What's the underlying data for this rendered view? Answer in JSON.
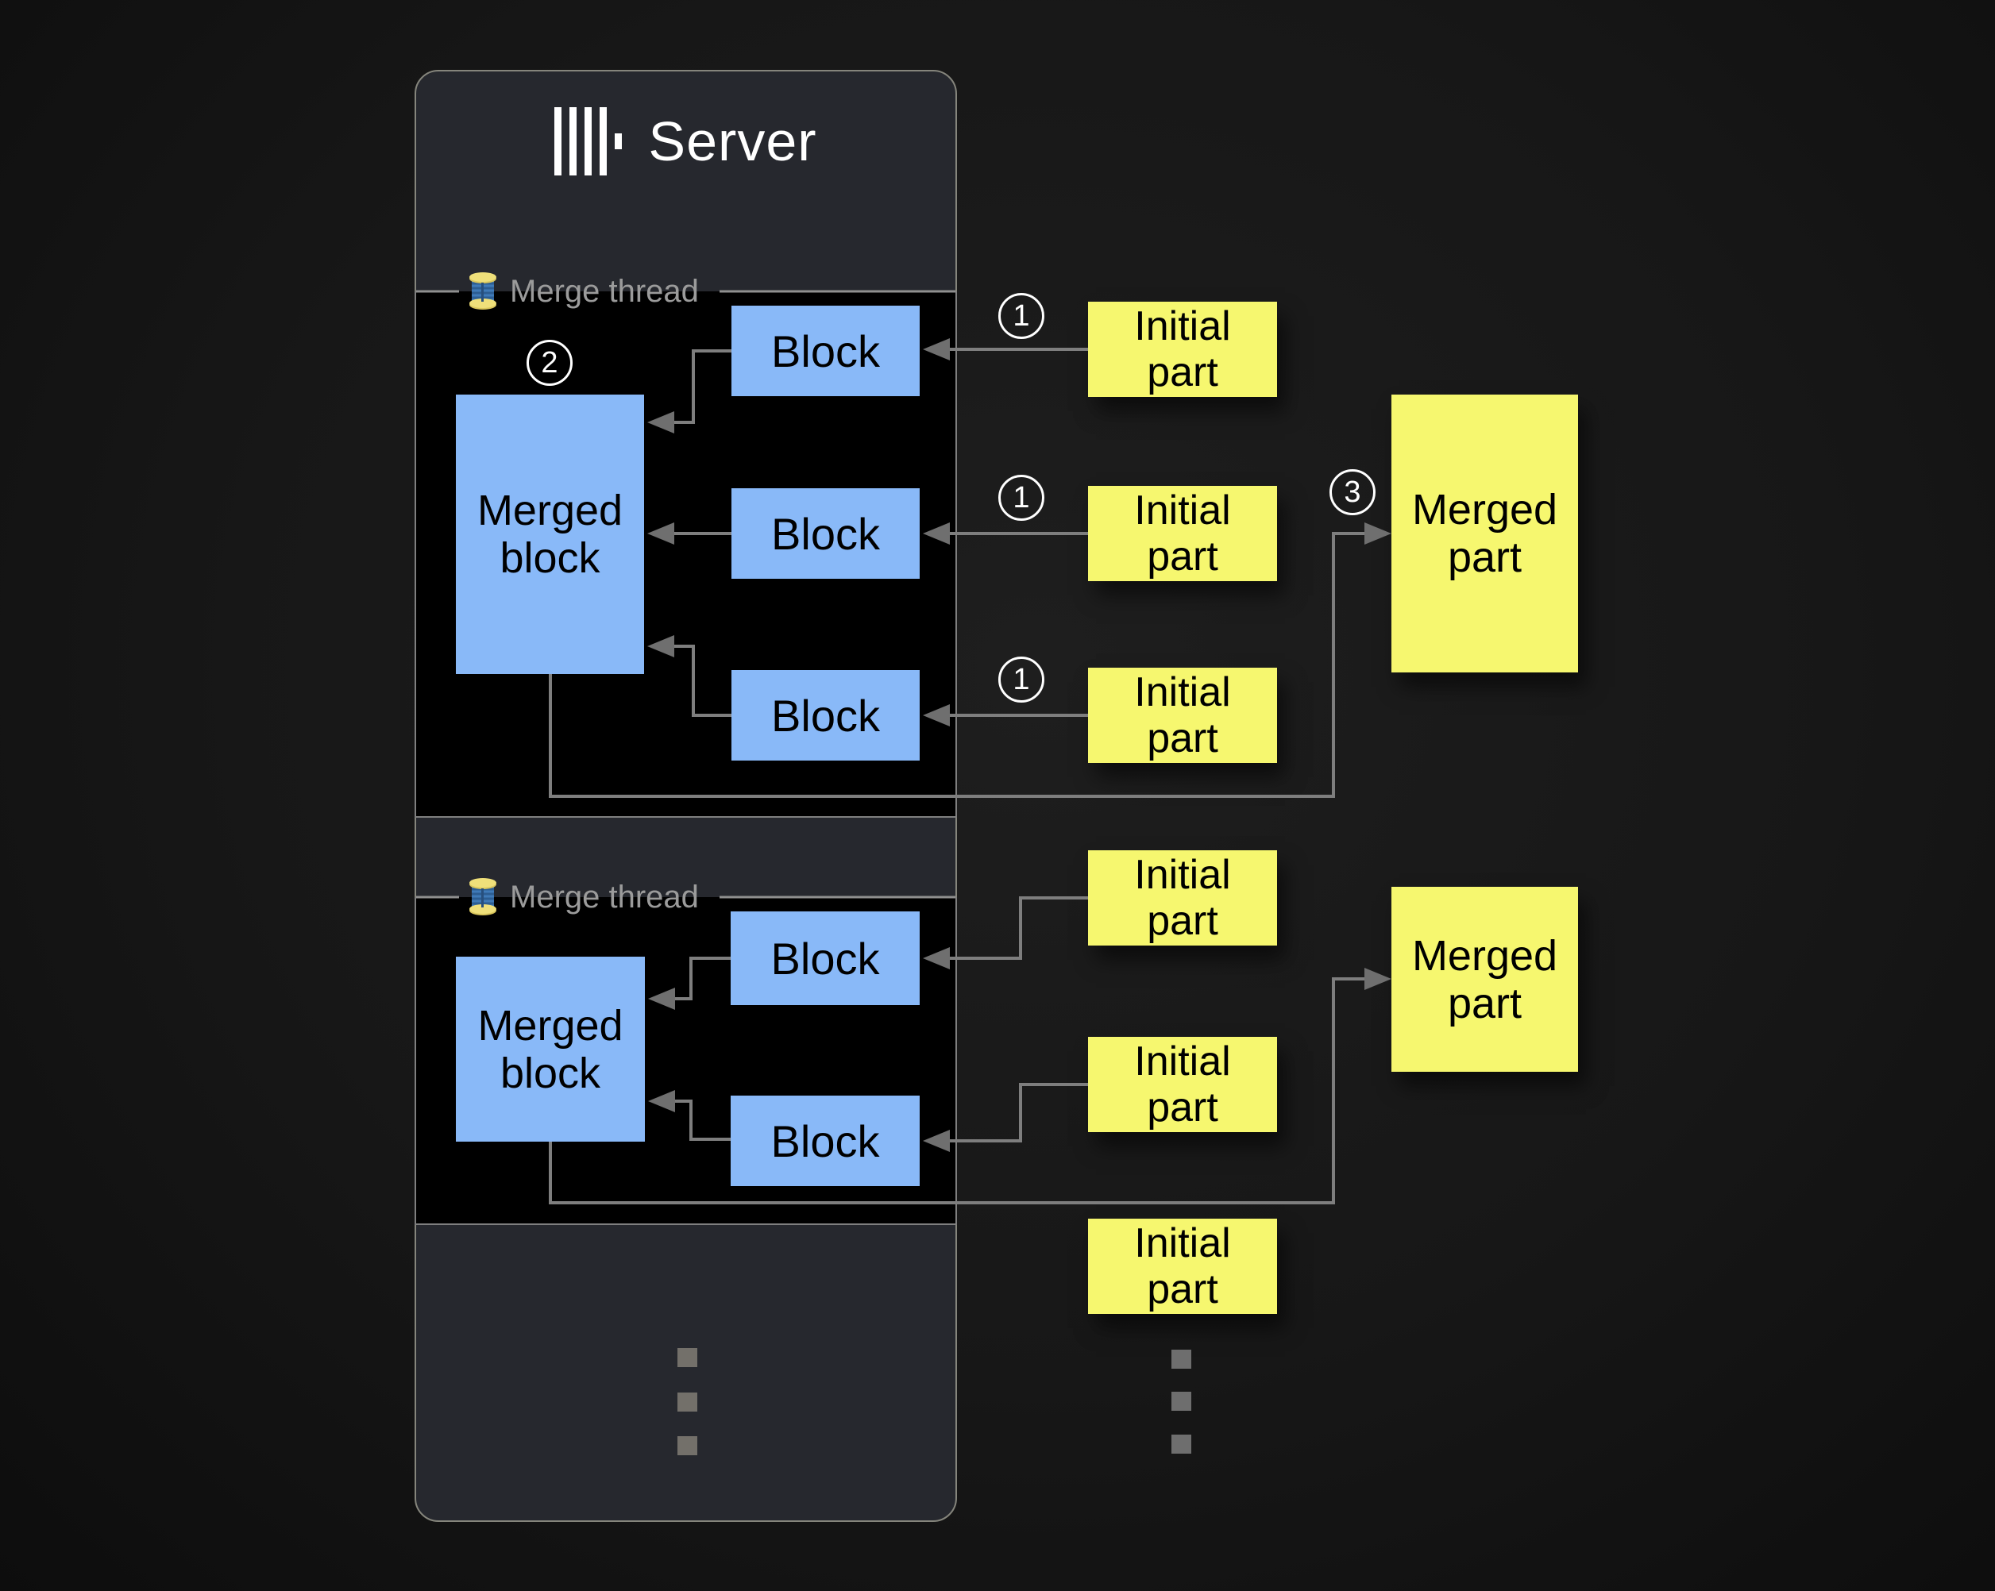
{
  "server": {
    "title": "Server"
  },
  "threads": [
    {
      "label": "Merge thread",
      "merged_block": "Merged block",
      "blocks": [
        "Block",
        "Block",
        "Block"
      ]
    },
    {
      "label": "Merge thread",
      "merged_block": "Merged block",
      "blocks": [
        "Block",
        "Block"
      ]
    }
  ],
  "initial_parts": [
    "Initial part",
    "Initial part",
    "Initial part",
    "Initial part",
    "Initial part",
    "Initial part"
  ],
  "merged_parts": [
    "Merged part",
    "Merged part"
  ],
  "step_badges": {
    "insert_initial_part": "1",
    "merge_blocks": "2",
    "write_merged_part": "3"
  },
  "colors": {
    "block_fill": "#89b9f8",
    "part_fill": "#f6f76f",
    "connector": "#7e7e7e",
    "panel_bg": "#26282e",
    "thread_box_bg": "#000000",
    "page_bg": "#161616",
    "label_gray": "#9b9b9b"
  }
}
